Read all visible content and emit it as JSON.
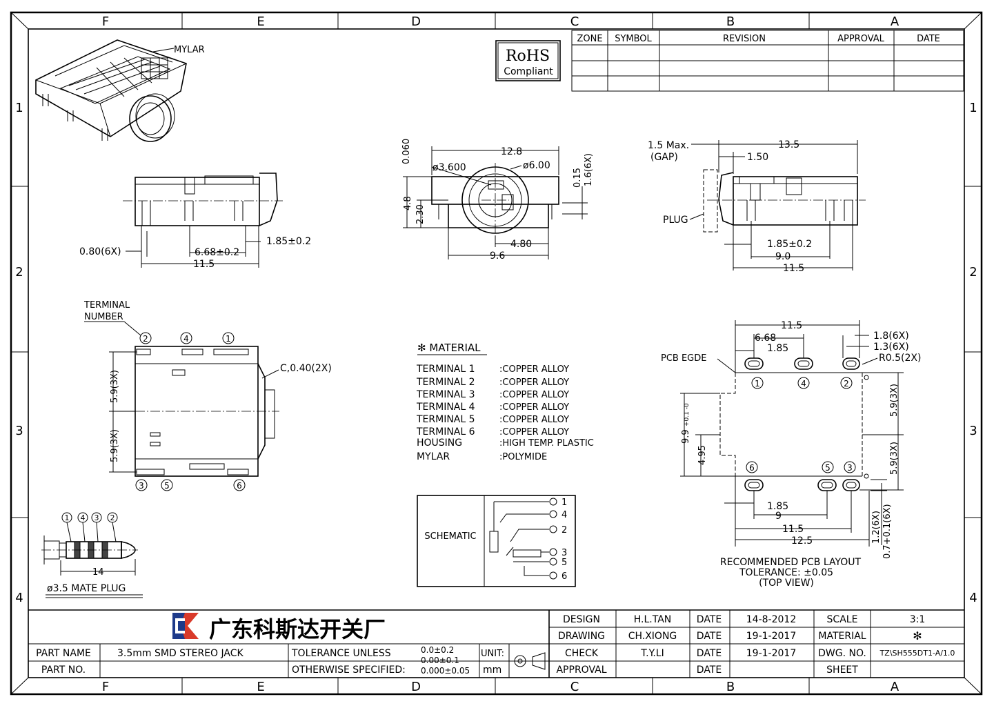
{
  "border": {
    "columns": [
      "F",
      "E",
      "D",
      "C",
      "B",
      "A"
    ],
    "rows": [
      "1",
      "2",
      "3",
      "4"
    ]
  },
  "revision_table": {
    "headers": [
      "ZONE",
      "SYMBOL",
      "REVISION",
      "APPROVAL",
      "DATE"
    ]
  },
  "rohs": {
    "line1": "RoHS",
    "line2": "Compliant"
  },
  "iso_view": {
    "mylar_label": "MYLAR"
  },
  "side_view_left": {
    "pin_width": "0.80(6X)",
    "dim_668": "6.68±0.2",
    "dim_185": "1.85±0.2",
    "dim_115": "11.5"
  },
  "front_view": {
    "dim_128": "12.8",
    "dia_36": "ø3.600",
    "dia_60": "ø6.00",
    "dim_0060": "0.060",
    "dim_48": "4.8",
    "dim_230": "2.30",
    "dim_015": "0.15",
    "dim_16": "1.6(6X)",
    "dim_480": "4.80",
    "dim_96": "9.6"
  },
  "side_view_right": {
    "gap_line1": "1.5 Max.",
    "gap_line2": "(GAP)",
    "dim_135": "13.5",
    "dim_150": "1.50",
    "plug": "PLUG",
    "dim_185": "1.85±0.2",
    "dim_90": "9.0",
    "dim_115": "11.5"
  },
  "top_view": {
    "terminal_line1": "TERMINAL",
    "terminal_line2": "NUMBER",
    "chamfer": "C,0.40(2X)",
    "dim_59a": "5.9(3X)",
    "dim_59b": "5.9(3X)",
    "top_numbers": [
      "2",
      "4",
      "1"
    ],
    "bottom_numbers": [
      "3",
      "5",
      "6"
    ]
  },
  "material": {
    "title": "✻ MATERIAL",
    "rows": [
      {
        "name": "TERMINAL  1",
        "value": ":COPPER  ALLOY"
      },
      {
        "name": "TERMINAL  2",
        "value": ":COPPER  ALLOY"
      },
      {
        "name": "TERMINAL  3",
        "value": ":COPPER  ALLOY"
      },
      {
        "name": "TERMINAL  4",
        "value": ":COPPER  ALLOY"
      },
      {
        "name": "TERMINAL  5",
        "value": ":COPPER  ALLOY"
      },
      {
        "name": "TERMINAL  6",
        "value": ":COPPER  ALLOY"
      },
      {
        "name": "HOUSING",
        "value": ":HIGH  TEMP.  PLASTIC"
      },
      {
        "name": "MYLAR",
        "value": ":POLYMIDE"
      }
    ]
  },
  "schematic": {
    "label": "SCHEMATIC",
    "pins": [
      "1",
      "4",
      "2",
      "3",
      "5",
      "6"
    ]
  },
  "plug": {
    "numbers": [
      "1",
      "4",
      "3",
      "2"
    ],
    "dim_14": "14",
    "caption": "ø3.5  MATE  PLUG"
  },
  "pcb_layout": {
    "dim_115": "11.5",
    "dim_668": "6.68",
    "dim_185": "1.85",
    "dim_18": "1.8(6X)",
    "dim_13": "1.3(6X)",
    "r05": "R0.5(2X)",
    "pcb_edge": "PCB  EGDE",
    "dim_99": "9.9",
    "dim_99_tol": "+0.1 -0",
    "dim_495": "4.95",
    "dim_59a": "5.9(3X)",
    "dim_59b": "5.9(3X)",
    "dim_185b": "1.85",
    "dim_9": "9",
    "dim_115b": "11.5",
    "dim_125": "12.5",
    "dim_12": "1.2(6X)",
    "dim_07": "0.7+0.1(6X)",
    "top_numbers": [
      "1",
      "4",
      "2"
    ],
    "bottom_numbers": [
      "6",
      "5",
      "3"
    ],
    "caption1": "RECOMMENDED  PCB  LAYOUT",
    "caption2": "TOLERANCE: ±0.05",
    "caption3": "(TOP  VIEW)"
  },
  "title_block": {
    "company": "广东科斯达开关厂",
    "part_name_label": "PART NAME",
    "part_name": "3.5mm  SMD  STEREO  JACK",
    "part_no_label": "PART NO.",
    "tolerance_line1": "TOLERANCE  UNLESS",
    "tolerance_line2": "OTHERWISE  SPECIFIED:",
    "tol1": "0.0±0.2",
    "tol2": "0.00±0.1",
    "tol3": "0.000±0.05",
    "unit_label": "UNIT:",
    "unit_value": "mm",
    "design_label": "DESIGN",
    "design_name": "H.L.TAN",
    "design_date": "14-8-2012",
    "drawing_label": "DRAWING",
    "drawing_name": "CH.XIONG",
    "drawing_date": "19-1-2017",
    "check_label": "CHECK",
    "check_name": "T.Y.LI",
    "check_date": "19-1-2017",
    "approval_label": "APPROVAL",
    "date_label": "DATE",
    "scale_label": "SCALE",
    "scale_value": "3:1",
    "material_label": "MATERIAL",
    "material_value": "✻",
    "dwg_label": "DWG.  NO.",
    "dwg_value": "TZ\\SH555DT1-A/1.0",
    "sheet_label": "SHEET"
  }
}
